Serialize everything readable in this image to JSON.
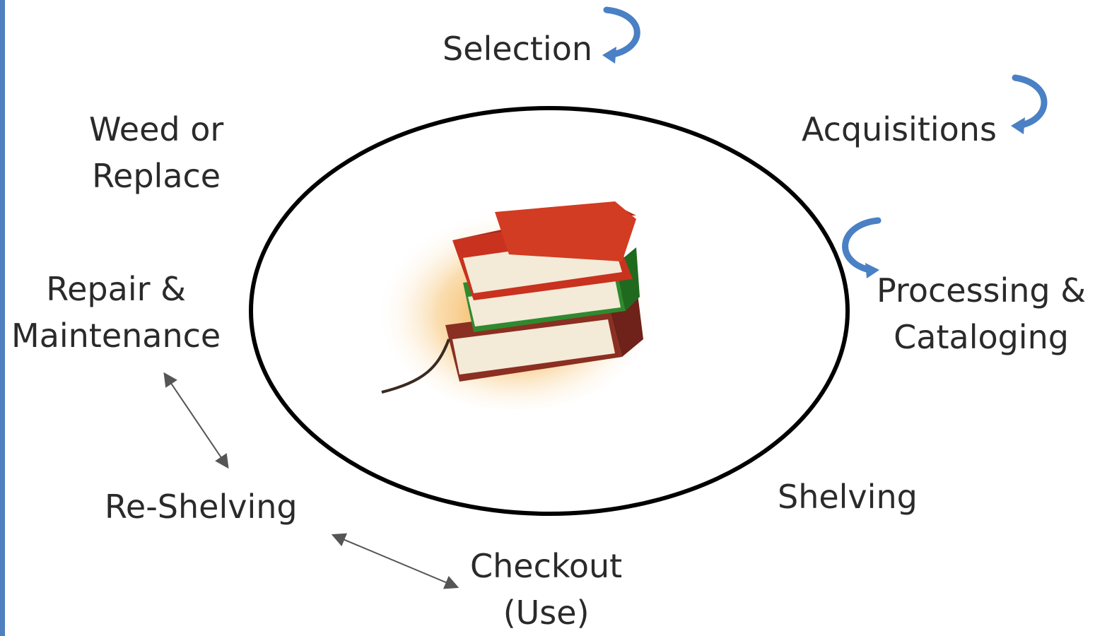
{
  "diagram": {
    "stages": [
      {
        "id": "selection",
        "lines": [
          "Selection"
        ]
      },
      {
        "id": "acquisitions",
        "lines": [
          "Acquisitions"
        ]
      },
      {
        "id": "processing",
        "lines": [
          "Processing &",
          "Cataloging"
        ]
      },
      {
        "id": "shelving",
        "lines": [
          "Shelving"
        ]
      },
      {
        "id": "checkout",
        "lines": [
          "Checkout",
          "(Use)"
        ]
      },
      {
        "id": "reshelving",
        "lines": [
          "Re-Shelving"
        ]
      },
      {
        "id": "repair",
        "lines": [
          "Repair &",
          "Maintenance"
        ]
      },
      {
        "id": "weed",
        "lines": [
          "Weed or",
          "Replace"
        ]
      }
    ],
    "colors": {
      "curved_arrow": "#4a80c4",
      "ellipse_stroke": "#000000",
      "border": "#4f7fbf",
      "text": "#2a2a2a",
      "book_red": "#c8321e",
      "book_green": "#2f8a2f",
      "book_brown": "#8a2f22"
    },
    "icons": [
      "book-stack-icon",
      "curved-arrow-icon",
      "double-arrow-icon"
    ]
  }
}
